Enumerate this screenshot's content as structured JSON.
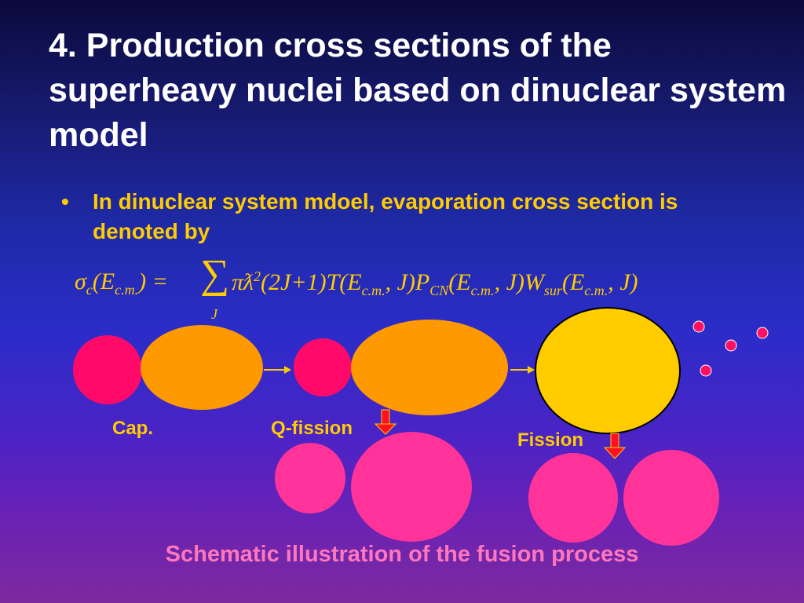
{
  "slide": {
    "title": "4. Production cross sections of the superheavy nuclei based on dinuclear system model",
    "bullet": "In dinuclear system mdoel, evaporation cross section is denoted by",
    "bullet_mark": "•"
  },
  "formula": {
    "lhs": "σc(Ec.m.) =",
    "sum_symbol": "∑",
    "sum_index": "J",
    "rhs": "πƛ²(2J+1)T(Ec.m., J)PCN(Ec.m., J)Wsur(Ec.m., J)"
  },
  "diagram": {
    "labels": {
      "cap": "Cap.",
      "qfission": "Q-fission",
      "fission": "Fission"
    },
    "caption": "Schematic illustration of the fusion process",
    "colors": {
      "projectile": "#ff0a6a",
      "target": "#ff9900",
      "compound": "#ffcc00",
      "fragment": "#ff3399",
      "neutron": "#ff1060",
      "arrow_red": "#ff1020",
      "arrow_yellow": "#ffcc00"
    }
  }
}
